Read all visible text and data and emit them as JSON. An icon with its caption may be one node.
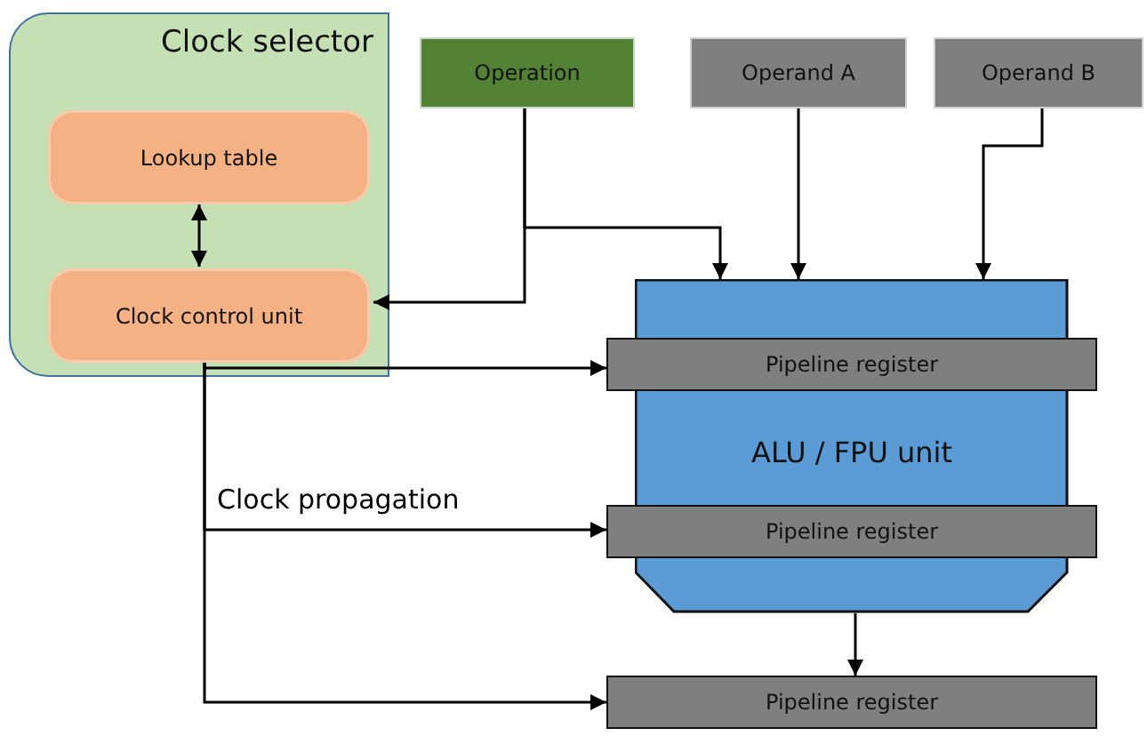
{
  "diagram": {
    "nodes": [
      {
        "text": [
          "Clock selector"
        ]
      },
      {
        "text": [
          "Lookup table"
        ],
        "in": 0
      },
      {
        "text": [
          "Clock control unit"
        ],
        "in": 0
      },
      {
        "text": [
          "Operation"
        ]
      },
      {
        "text": [
          "Operand A"
        ]
      },
      {
        "text": [
          "Operand B"
        ]
      },
      {
        "text": [
          "ALU / FPU unit"
        ]
      },
      {
        "text": [
          "Pipeline register"
        ]
      },
      {
        "text": [
          "Pipeline register"
        ]
      },
      {
        "text": [
          "Pipeline register"
        ]
      }
    ],
    "edges": [
      {
        "from": 1,
        "to": 2,
        "arrow": "both"
      },
      {
        "from": 3,
        "to": 2,
        "arrow": "to"
      },
      {
        "from": 3,
        "to": 6,
        "arrow": "to"
      },
      {
        "from": 4,
        "to": 6,
        "arrow": "to"
      },
      {
        "from": 5,
        "to": 6,
        "arrow": "to"
      },
      {
        "from": 2,
        "to": 7,
        "arrow": "to"
      },
      {
        "from": 2,
        "to": 8,
        "arrow": "to",
        "label": "Clock propagation"
      },
      {
        "from": 2,
        "to": 9,
        "arrow": "to"
      },
      {
        "from": 6,
        "to": 9,
        "arrow": "to"
      }
    ]
  }
}
